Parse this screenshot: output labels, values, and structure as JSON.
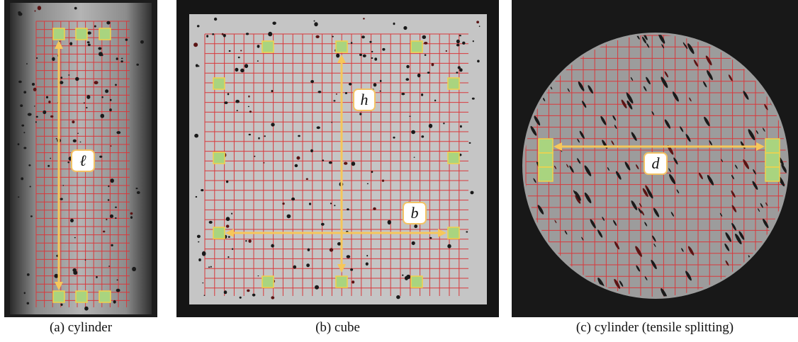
{
  "panels": [
    {
      "id": "a",
      "caption": "(a) cylinder",
      "dimension_label": "ℓ"
    },
    {
      "id": "b",
      "caption": "(b) cube",
      "dimension_labels": [
        "h",
        "b"
      ]
    },
    {
      "id": "c",
      "caption": "(c) cylinder (tensile splitting)",
      "dimension_label": "d"
    }
  ],
  "colors": {
    "grid": "#d8393c",
    "marker_fill": "#a9d47f",
    "marker_stroke": "#f2d24b",
    "arrow": "#f6c75a",
    "label_box_stroke": "#f3c364"
  }
}
